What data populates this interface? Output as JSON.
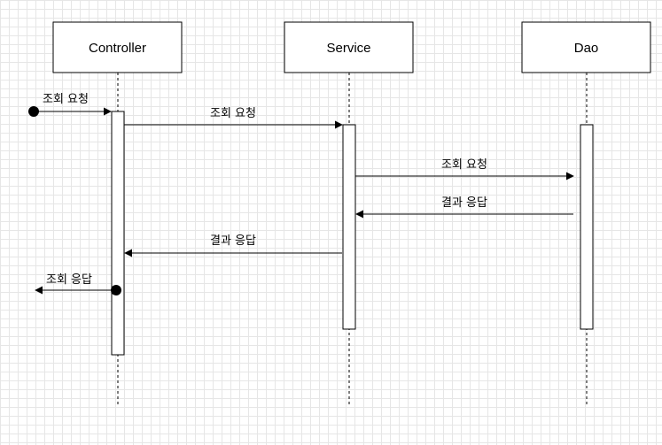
{
  "participants": {
    "controller": "Controller",
    "service": "Service",
    "dao": "Dao"
  },
  "messages": {
    "found_request": "조회 요청",
    "controller_to_service": "조회 요청",
    "service_to_dao": "조회 요청",
    "dao_to_service": "결과 응답",
    "service_to_controller": "결과 응답",
    "lost_response": "조회 응답"
  },
  "colors": {
    "stroke": "#000000",
    "fill": "#ffffff",
    "grid": "#e6e6e6"
  }
}
